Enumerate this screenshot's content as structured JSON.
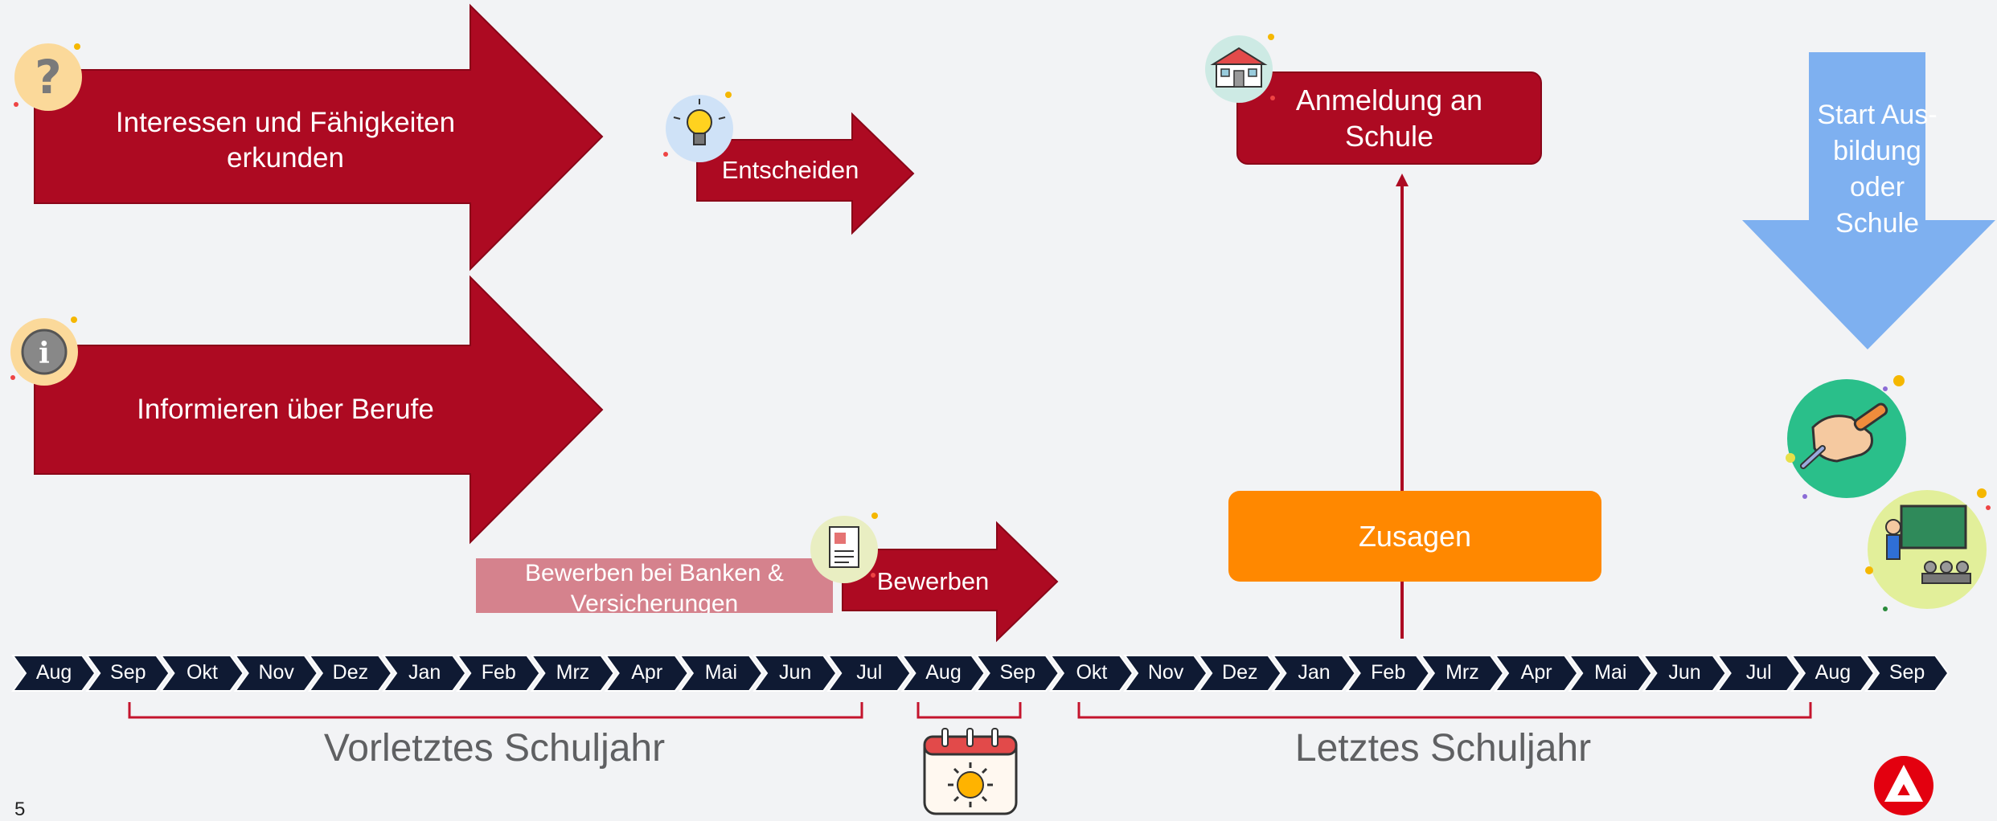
{
  "page_number": "5",
  "steps": {
    "interessen": "Interessen und Fähigkeiten erkunden",
    "informieren": "Informieren über Berufe",
    "entscheiden": "Entscheiden",
    "bewerben_banken": "Bewerben bei Banken & Versicherungen",
    "bewerben": "Bewerben",
    "anmeldung": "Anmeldung an Schule",
    "zusagen": "Zusagen",
    "start": "Start Aus-bildung oder Schule"
  },
  "timeline": {
    "months": [
      "Aug",
      "Sep",
      "Okt",
      "Nov",
      "Dez",
      "Jan",
      "Feb",
      "Mrz",
      "Apr",
      "Mai",
      "Jun",
      "Jul",
      "Aug",
      "Sep",
      "Okt",
      "Nov",
      "Dez",
      "Jan",
      "Feb",
      "Mrz",
      "Apr",
      "Mai",
      "Jun",
      "Jul",
      "Aug",
      "Sep"
    ]
  },
  "school_years": {
    "vorletztes": "Vorletztes Schuljahr",
    "letztes": "Letztes Schuljahr"
  },
  "colors": {
    "primary_red": "#ad0a22",
    "light_red": "#d5828d",
    "orange": "#ff8800",
    "blue": "#7eb0f0",
    "timeline_dark": "#0f1a33",
    "background": "#f2f3f5"
  },
  "icons": [
    "question-icon",
    "info-icon",
    "lightbulb-icon",
    "document-icon",
    "school-building-icon",
    "calendar-sun-icon",
    "handshake-wrench-icon",
    "teacher-classroom-icon",
    "arbeitsagentur-logo"
  ]
}
